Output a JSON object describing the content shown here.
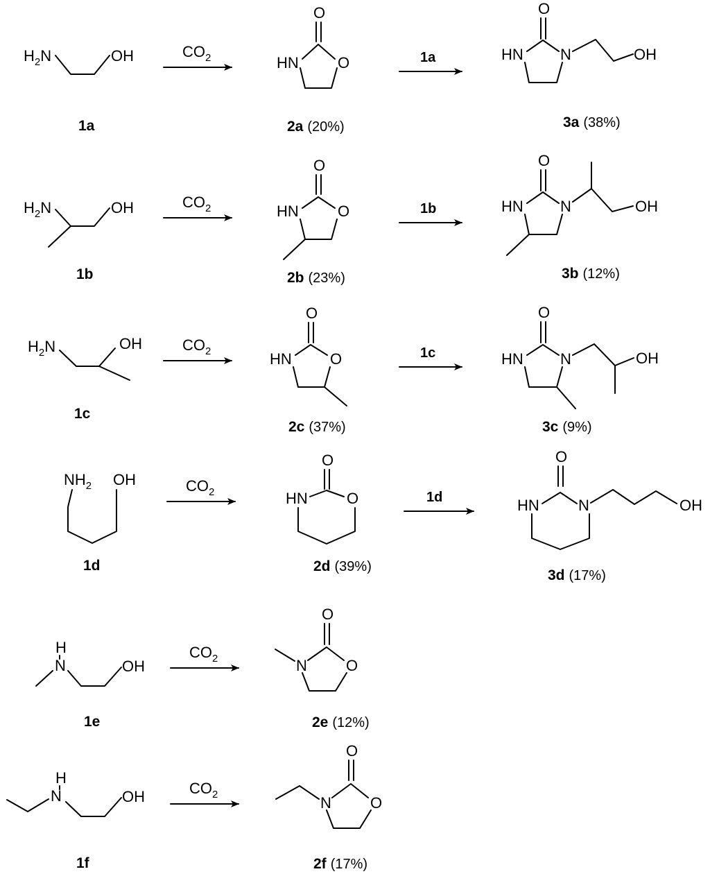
{
  "reagents": {
    "co2": "CO",
    "co2_sub": "2"
  },
  "atoms": {
    "H2N": "H",
    "H2N_2": "N",
    "NH2": "NH",
    "N": "N",
    "O": "O",
    "OH": "OH",
    "HN": "HN",
    "H": "H",
    "sub2": "2"
  },
  "rows": [
    {
      "start": "1a",
      "product": "2a",
      "product_yield": "(20%)",
      "reagent2": "1a",
      "final": "3a",
      "final_yield": "(38%)"
    },
    {
      "start": "1b",
      "product": "2b",
      "product_yield": "(23%)",
      "reagent2": "1b",
      "final": "3b",
      "final_yield": "(12%)"
    },
    {
      "start": "1c",
      "product": "2c",
      "product_yield": "(37%)",
      "reagent2": "1c",
      "final": "3c",
      "final_yield": "(9%)"
    },
    {
      "start": "1d",
      "product": "2d",
      "product_yield": "(39%)",
      "reagent2": "1d",
      "final": "3d",
      "final_yield": "(17%)"
    },
    {
      "start": "1e",
      "product": "2e",
      "product_yield": "(12%)"
    },
    {
      "start": "1f",
      "product": "2f",
      "product_yield": "(17%)"
    }
  ]
}
